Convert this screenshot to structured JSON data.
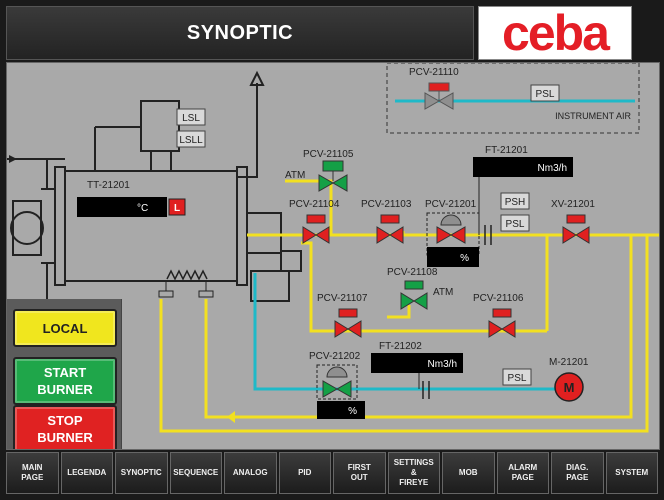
{
  "header": {
    "title": "SYNOPTIC",
    "logo": "ceba"
  },
  "colors": {
    "fuel_line": "#f2e020",
    "air_line": "#1fb9c8",
    "valve_red": "#e02020",
    "valve_green": "#14a046",
    "valve_gray": "#8f8f8f",
    "panel_bg": "#a9a9a9"
  },
  "controls": {
    "local": "LOCAL",
    "start_line1": "START",
    "start_line2": "BURNER",
    "stop_line1": "STOP",
    "stop_line2": "BURNER"
  },
  "synoptic": {
    "instrument_air": {
      "valve": "PCV-21110",
      "psl": "PSL",
      "label": "INSTRUMENT AIR"
    },
    "boiler": {
      "lsl": "LSL",
      "lsll": "LSLL",
      "tt_tag": "TT-21201",
      "tt_unit": "°C",
      "tt_alarm": "L"
    },
    "valves": {
      "pcv_21105": "PCV-21105",
      "atm_1": "ATM",
      "pcv_21104": "PCV-21104",
      "pcv_21103": "PCV-21103",
      "pcv_21201": "PCV-21201",
      "pcv_21201_unit": "%",
      "xv_21201": "XV-21201",
      "pcv_21108": "PCV-21108",
      "atm_2": "ATM",
      "pcv_21107": "PCV-21107",
      "pcv_21106": "PCV-21106",
      "pcv_21202": "PCV-21202",
      "pcv_21202_unit": "%"
    },
    "flow": {
      "ft_21201": "FT-21201",
      "ft_21201_unit": "Nm3/h",
      "psh": "PSH",
      "psl": "PSL",
      "ft_21202": "FT-21202",
      "ft_21202_unit": "Nm3/h",
      "psl_2": "PSL"
    },
    "motor": {
      "tag": "M-21201",
      "letter": "M"
    }
  },
  "nav": [
    "MAIN\nPAGE",
    "LEGENDA",
    "SYNOPTIC",
    "SEQUENCE",
    "ANALOG",
    "PID",
    "FIRST\nOUT",
    "SETTINGS\n&\nFIREYE",
    "MOB",
    "ALARM\nPAGE",
    "DIAG.\nPAGE",
    "SYSTEM"
  ]
}
